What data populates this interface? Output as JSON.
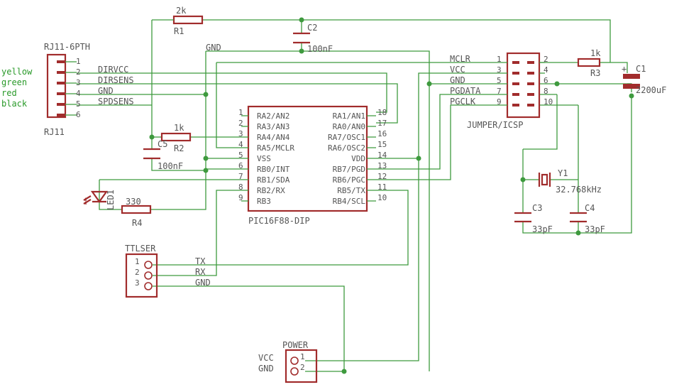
{
  "rj11": {
    "name": "RJ11-6PTH",
    "ref": "RJ11",
    "pins": [
      "1",
      "2",
      "3",
      "4",
      "5",
      "6"
    ],
    "colors": [
      "yellow",
      "green",
      "red",
      "black"
    ]
  },
  "nets": {
    "dirvcc": "DIRVCC",
    "dirsens": "DIRSENS",
    "gnd_rj": "GND",
    "spdsens": "SPDSENS",
    "gnd_top": "GND",
    "mclr": "MCLR",
    "vcc": "VCC",
    "gnd_j": "GND",
    "pgdata": "PGDATA",
    "pgclk": "PGCLK",
    "tx": "TX",
    "rx": "RX",
    "gnd_ttl": "GND"
  },
  "r1": {
    "ref": "R1",
    "value": "2k"
  },
  "r2": {
    "ref": "R2",
    "value": "1k"
  },
  "r3": {
    "ref": "R3",
    "value": "1k"
  },
  "r4": {
    "ref": "R4",
    "value": "330"
  },
  "c1": {
    "ref": "C1",
    "value": "2200uF"
  },
  "c2": {
    "ref": "C2",
    "value": "100nF"
  },
  "c3": {
    "ref": "C3",
    "value": "33pF"
  },
  "c4": {
    "ref": "C4",
    "value": "33pF"
  },
  "c5": {
    "ref": "C5",
    "value": "100nF"
  },
  "y1": {
    "ref": "Y1",
    "value": "32.768kHz"
  },
  "led": {
    "ref": "LED1"
  },
  "pic": {
    "name": "PIC16F88-DIP",
    "left_pins": [
      "1",
      "2",
      "3",
      "4",
      "5",
      "6",
      "7",
      "8",
      "9"
    ],
    "left_labels": [
      "RA2/AN2",
      "RA3/AN3",
      "RA4/AN4",
      "RA5/MCLR",
      "VSS",
      "RB0/INT",
      "RB1/SDA",
      "RB2/RX",
      "RB3"
    ],
    "right_pins": [
      "18",
      "17",
      "16",
      "15",
      "14",
      "13",
      "12",
      "11",
      "10"
    ],
    "right_labels": [
      "RA1/AN1",
      "RA0/AN0",
      "RA7/OSC1",
      "RA6/OSC2",
      "VDD",
      "RB7/PGD",
      "RB6/PGC",
      "RB5/TX",
      "RB4/SCL"
    ]
  },
  "jumper": {
    "name": "JUMPER/ICSP",
    "left_pins": [
      "1",
      "3",
      "5",
      "7",
      "9"
    ],
    "right_pins": [
      "2",
      "4",
      "6",
      "8",
      "10"
    ]
  },
  "ttl": {
    "name": "TTLSER",
    "pins": [
      "1",
      "2",
      "3"
    ]
  },
  "power": {
    "name": "POWER",
    "labels": [
      "VCC",
      "GND"
    ],
    "pins": [
      "1",
      "2"
    ]
  }
}
